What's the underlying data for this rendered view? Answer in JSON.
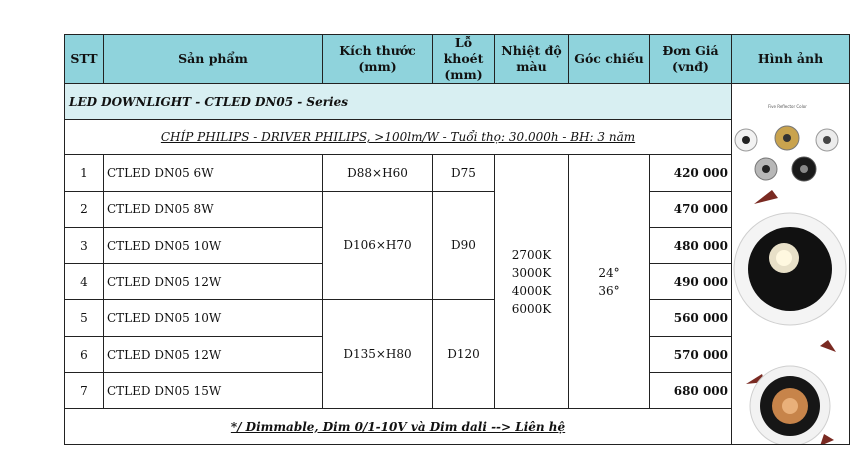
{
  "header": {
    "stt": "STT",
    "product": "Sản phẩm",
    "size": "Kích thước (mm)",
    "hole": "Lỗ khoét (mm)",
    "temp": "Nhiệt độ màu",
    "angle": "Góc chiếu",
    "price": "Đơn Giá (vnđ)",
    "image": "Hình ảnh"
  },
  "series_title": "LED DOWNLIGHT - CTLED DN05 - Series",
  "chip_note": "CHÍP PHILIPS - DRIVER PHILIPS,  >100lm/W  - Tuổi thọ: 30.000h  -  BH: 3 năm",
  "rows": [
    {
      "stt": "1",
      "name": "CTLED DN05  6W",
      "price": "420 000"
    },
    {
      "stt": "2",
      "name": "CTLED DN05  8W",
      "price": "470 000"
    },
    {
      "stt": "3",
      "name": "CTLED DN05  10W",
      "price": "480 000"
    },
    {
      "stt": "4",
      "name": "CTLED DN05  12W",
      "price": "490 000"
    },
    {
      "stt": "5",
      "name": "CTLED DN05  10W",
      "price": "560 000"
    },
    {
      "stt": "6",
      "name": "CTLED DN05  12W",
      "price": "570 000"
    },
    {
      "stt": "7",
      "name": "CTLED DN05  15W",
      "price": "680 000"
    }
  ],
  "sizes": [
    "D88×H60",
    "D106×H70",
    "D135×H80"
  ],
  "holes": [
    "D75",
    "D90",
    "D120"
  ],
  "color_temps": [
    "2700K",
    "3000K",
    "4000K",
    "6000K"
  ],
  "beam_angles": [
    "24°",
    "36°"
  ],
  "footer_note": "*/ Dimmable, Dim 0/1-10V và Dim dali --> Liên hệ",
  "image_caption": "Five Reflector Color"
}
